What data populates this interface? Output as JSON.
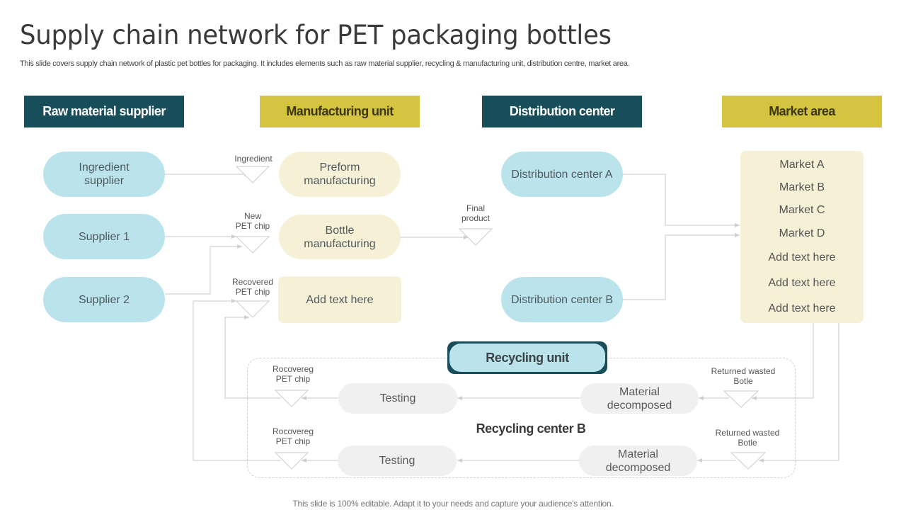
{
  "slide": {
    "title": "Supply chain network for PET packaging bottles",
    "subtitle": "This slide covers supply chain network of plastic pet bottles for packaging. It includes elements such as raw material supplier, recycling & manufacturing unit, distribution centre, market area.",
    "footer": "This slide is 100% editable. Adapt it to your needs and capture your audience's attention."
  },
  "colors": {
    "dark_teal": "#184d5a",
    "gold": "#d4c43f",
    "light_blue": "#bae3ec",
    "cream": "#f6f0d6",
    "light_grey": "#f0f0f0",
    "connector": "#d0d0d0"
  },
  "headers": {
    "raw_material": "Raw material supplier",
    "manufacturing": "Manufacturing unit",
    "distribution": "Distribution center",
    "market": "Market area"
  },
  "suppliers": [
    "Ingredient supplier",
    "Supplier 1",
    "Supplier 2"
  ],
  "manufacturing": [
    "Preform manufacturing",
    "Bottle manufacturing",
    "Add text here"
  ],
  "flow_labels": {
    "ingredient": "Ingredient",
    "new_pet_chip": "New PET chip",
    "recovered_pet_chip": "Recovered PET chip",
    "final_product": "Final product"
  },
  "distribution": [
    "Distribution center A",
    "Distribution center B"
  ],
  "markets": [
    "Market A",
    "Market B",
    "Market C",
    "Market D",
    "Add text here",
    "Add text here",
    "Add text here"
  ],
  "recycling": {
    "unit_title": "Recycling unit",
    "center_title": "Recycling center B",
    "rows": [
      {
        "returned_label": "Returned wasted Botle",
        "decompose": "Material decomposed",
        "testing": "Testing",
        "chip_label": "Rocovereg PET chip"
      },
      {
        "returned_label": "Returned wasted Botle",
        "decompose": "Material decomposed",
        "testing": "Testing",
        "chip_label": "Rocovereg PET chip"
      }
    ]
  }
}
